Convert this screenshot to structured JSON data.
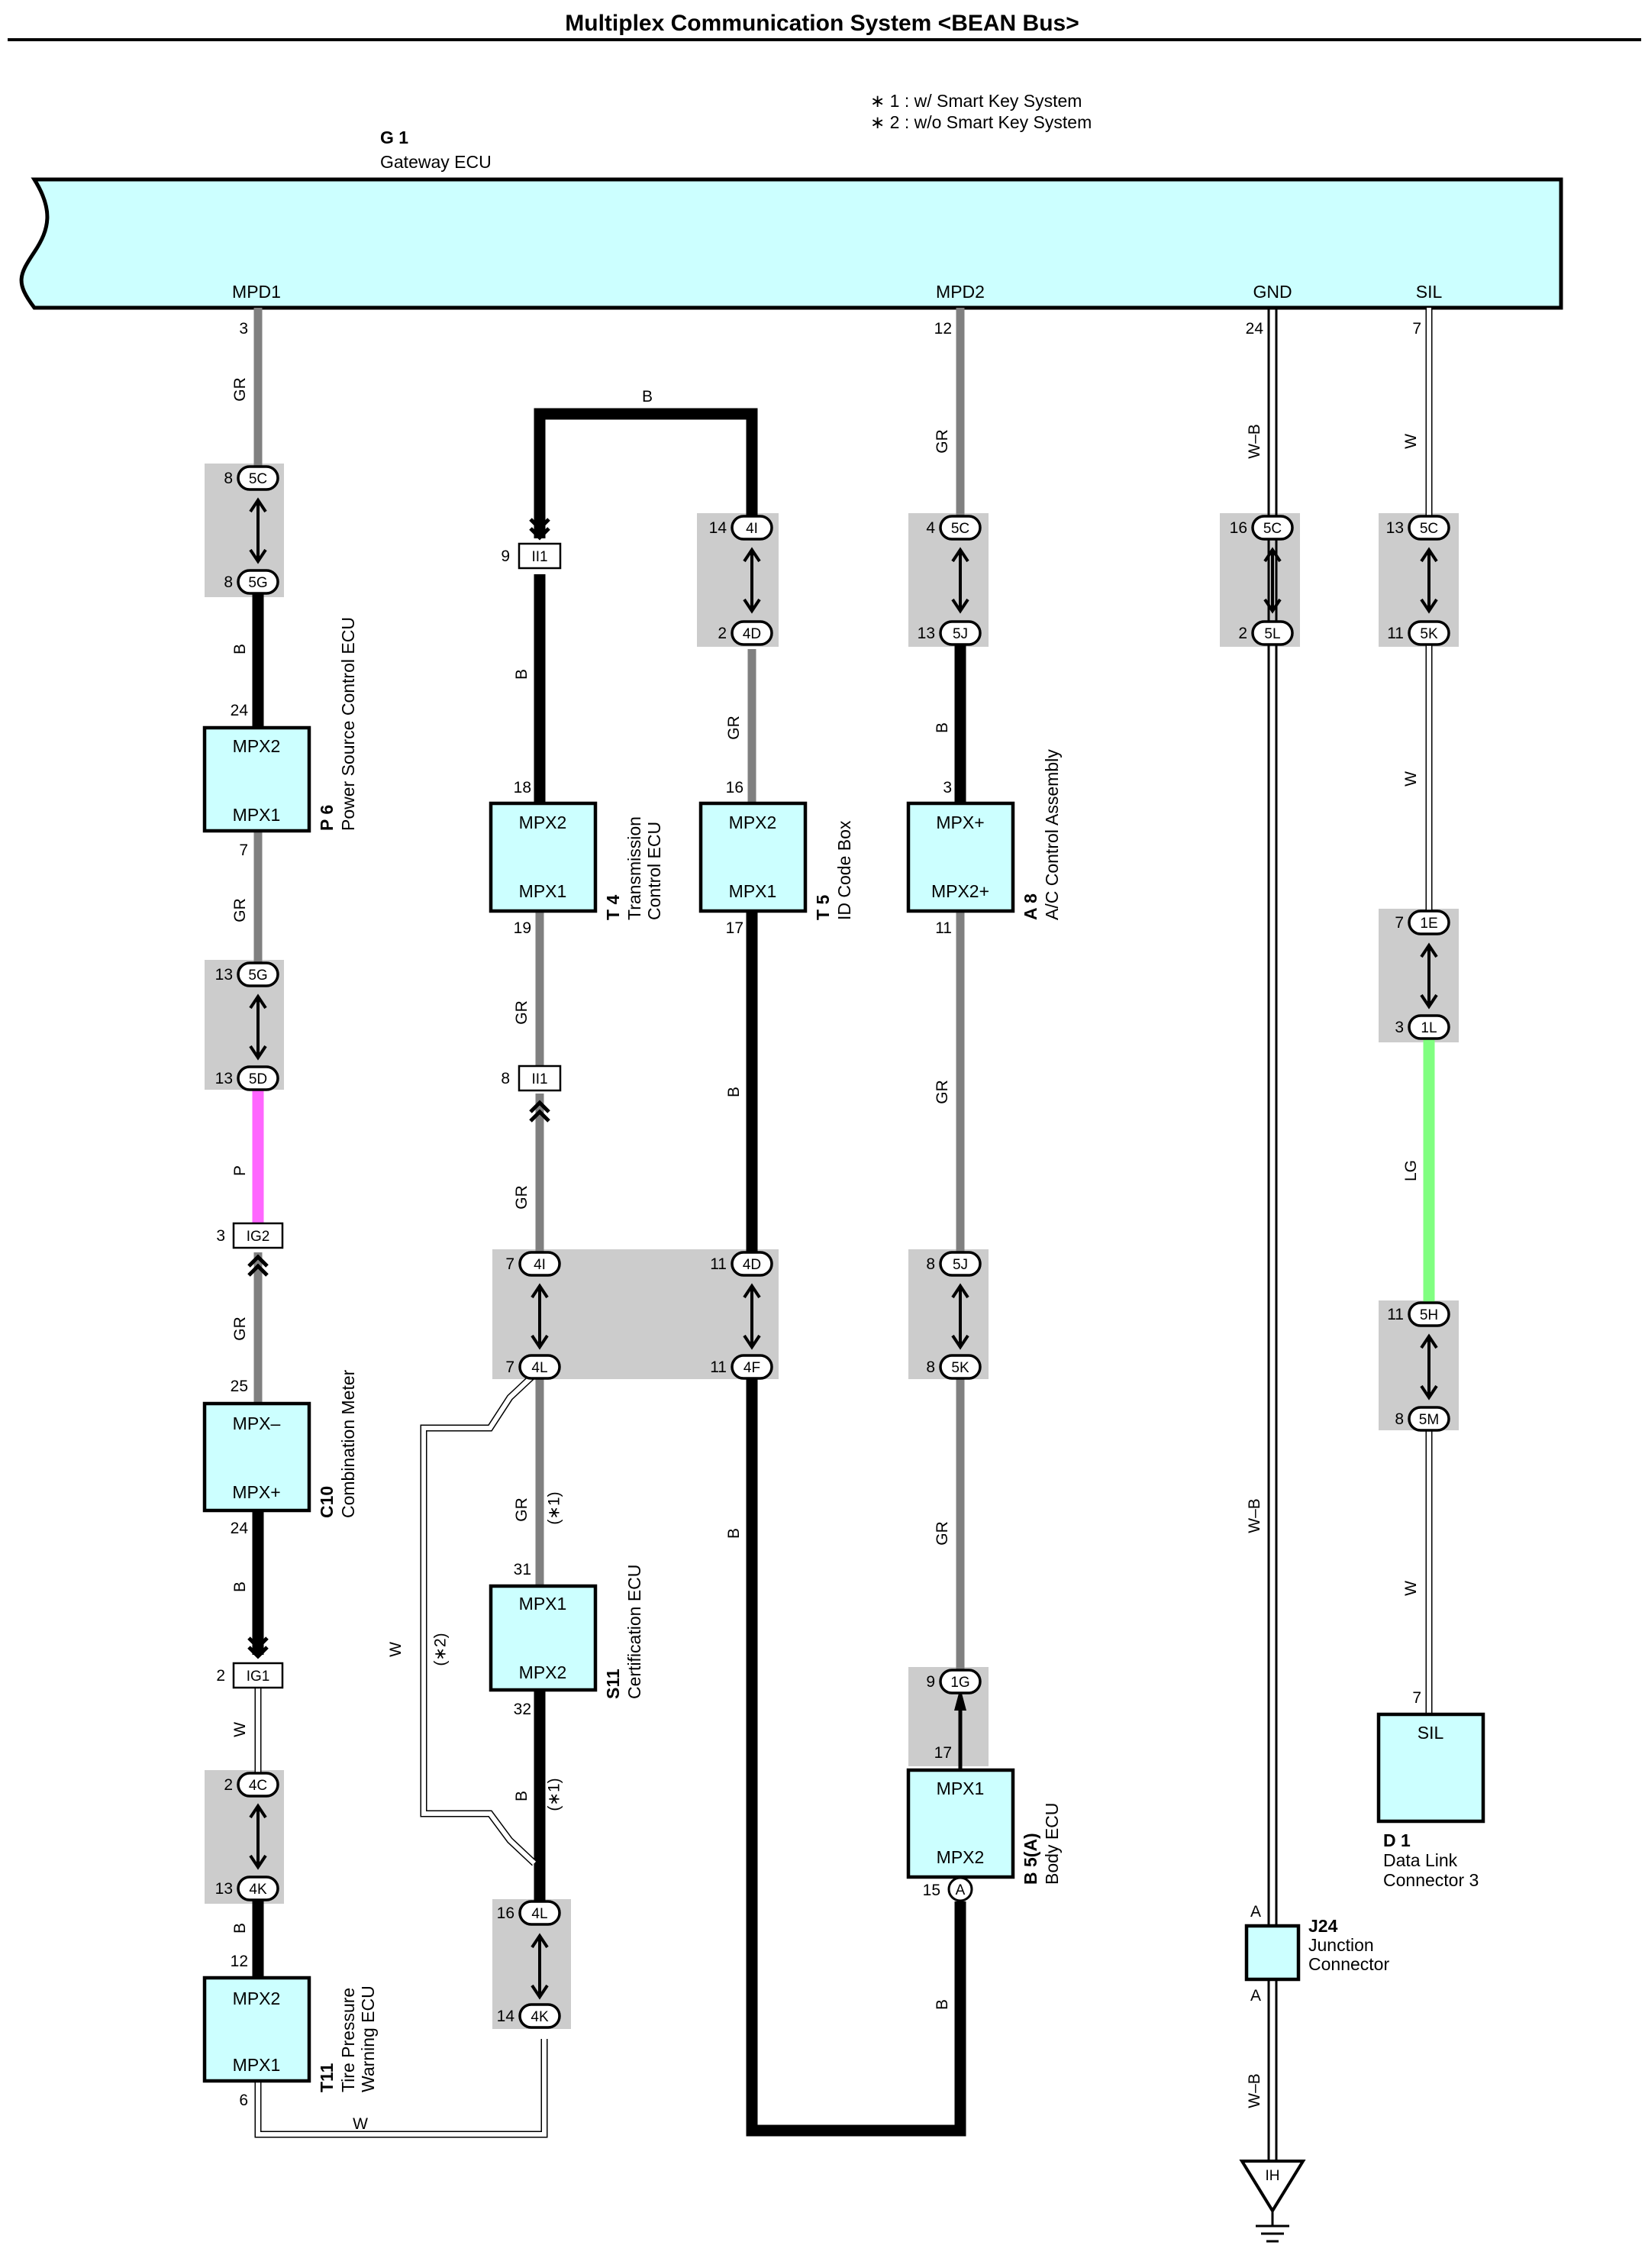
{
  "title": "Multiplex Communication System <BEAN Bus>",
  "notes": [
    "∗ 1 : w/ Smart Key System",
    "∗ 2 : w/o Smart Key System"
  ],
  "colors": {
    "B": "#000000",
    "GR": "#808080",
    "P": "#ff66ff",
    "LG": "#80ff80",
    "W": "#ffffff",
    "component_fill": "#ccffff",
    "junction_fill": "#cccccc"
  },
  "gateway": {
    "id": "G 1",
    "name": "Gateway ECU",
    "terminals": [
      "MPD1",
      "MPD2",
      "GND",
      "SIL"
    ],
    "pins": [
      "3",
      "12",
      "24",
      "7"
    ]
  },
  "components": [
    {
      "key": "p6",
      "id": "P 6",
      "name": "Power Source Control ECU",
      "terminals": [
        "MPX2",
        "MPX1"
      ],
      "pins": [
        "24",
        "7"
      ]
    },
    {
      "key": "c10",
      "id": "C10",
      "name": "Combination Meter",
      "terminals": [
        "MPX–",
        "MPX+"
      ],
      "pins": [
        "25",
        "24"
      ]
    },
    {
      "key": "t11",
      "id": "T11",
      "name": [
        "Tire Pressure",
        "Warning ECU"
      ],
      "terminals": [
        "MPX2",
        "MPX1"
      ],
      "pins": [
        "12",
        "6"
      ]
    },
    {
      "key": "t4",
      "id": "T 4",
      "name": [
        "Transmission",
        "Control ECU"
      ],
      "terminals": [
        "MPX2",
        "MPX1"
      ],
      "pins": [
        "18",
        "19"
      ]
    },
    {
      "key": "s11",
      "id": "S11",
      "name": "Certification ECU",
      "terminals": [
        "MPX1",
        "MPX2"
      ],
      "pins": [
        "31",
        "32"
      ]
    },
    {
      "key": "t5",
      "id": "T 5",
      "name": "ID Code Box",
      "terminals": [
        "MPX2",
        "MPX1"
      ],
      "pins": [
        "16",
        "17"
      ]
    },
    {
      "key": "a8",
      "id": "A 8",
      "name": "A/C Control Assembly",
      "terminals": [
        "MPX+",
        "MPX2+"
      ],
      "pins": [
        "3",
        "11"
      ]
    },
    {
      "key": "b5",
      "id": "B 5(A)",
      "name": "Body ECU",
      "terminals": [
        "MPX1",
        "MPX2"
      ],
      "pins": [
        "17",
        "15"
      ],
      "pin_conn": "A"
    },
    {
      "key": "d1",
      "id": "D 1",
      "name": [
        "Data Link",
        "Connector 3"
      ],
      "terminals": [
        "SIL"
      ],
      "pins": [
        "7"
      ]
    },
    {
      "key": "j24",
      "id": "J24",
      "name": [
        "Junction",
        "Connector"
      ],
      "pins": [
        "A",
        "A"
      ]
    }
  ],
  "junctions": [
    {
      "key": "j1",
      "top": {
        "conn": "5C",
        "pin": "8"
      },
      "bot": {
        "conn": "5G",
        "pin": "8"
      }
    },
    {
      "key": "j2",
      "top": {
        "conn": "5G",
        "pin": "13"
      },
      "bot": {
        "conn": "5D",
        "pin": "13"
      }
    },
    {
      "key": "j3",
      "top": {
        "conn": "4C",
        "pin": "2"
      },
      "bot": {
        "conn": "4K",
        "pin": "13"
      }
    },
    {
      "key": "j4",
      "top": {
        "conn": "4I",
        "pin": "14"
      },
      "bot": {
        "conn": "4D",
        "pin": "2"
      }
    },
    {
      "key": "j5a",
      "top": {
        "conn": "4I",
        "pin": "7"
      },
      "bot": {
        "conn": "4L",
        "pin": "7"
      }
    },
    {
      "key": "j5b",
      "top": {
        "conn": "4D",
        "pin": "11"
      },
      "bot": {
        "conn": "4F",
        "pin": "11"
      }
    },
    {
      "key": "j6",
      "top": {
        "conn": "4L",
        "pin": "16"
      },
      "bot": {
        "conn": "4K",
        "pin": "14"
      }
    },
    {
      "key": "j7",
      "top": {
        "conn": "5C",
        "pin": "4"
      },
      "bot": {
        "conn": "5J",
        "pin": "13"
      }
    },
    {
      "key": "j8",
      "top": {
        "conn": "5J",
        "pin": "8"
      },
      "bot": {
        "conn": "5K",
        "pin": "8"
      }
    },
    {
      "key": "j9",
      "top": {
        "conn": "5C",
        "pin": "16"
      },
      "bot": {
        "conn": "5L",
        "pin": "2"
      }
    },
    {
      "key": "j10",
      "top": {
        "conn": "5C",
        "pin": "13"
      },
      "bot": {
        "conn": "5K",
        "pin": "11"
      }
    },
    {
      "key": "j11",
      "top": {
        "conn": "1E",
        "pin": "7"
      },
      "bot": {
        "conn": "1L",
        "pin": "3"
      }
    },
    {
      "key": "j12",
      "top": {
        "conn": "5H",
        "pin": "11"
      },
      "bot": {
        "conn": "5M",
        "pin": "8"
      }
    }
  ],
  "single_connectors": [
    {
      "key": "ii1a",
      "conn": "II1",
      "pin": "9"
    },
    {
      "key": "ii1b",
      "conn": "II1",
      "pin": "8"
    },
    {
      "key": "ig2",
      "conn": "IG2",
      "pin": "3"
    },
    {
      "key": "ig1",
      "conn": "IG1",
      "pin": "2"
    },
    {
      "key": "g1c",
      "conn": "1G",
      "pin": "9"
    }
  ],
  "ground": {
    "label": "IH"
  },
  "wires": [
    {
      "key": "gr1",
      "label": "GR"
    },
    {
      "key": "b1",
      "label": "B"
    },
    {
      "key": "gr2",
      "label": "GR"
    },
    {
      "key": "p1",
      "label": "P"
    },
    {
      "key": "gr3",
      "label": "GR"
    },
    {
      "key": "b2",
      "label": "B"
    },
    {
      "key": "w1",
      "label": "W"
    },
    {
      "key": "b3",
      "label": "B"
    },
    {
      "key": "w2",
      "label": "W"
    },
    {
      "key": "btop",
      "label": "B"
    },
    {
      "key": "b4",
      "label": "B"
    },
    {
      "key": "gr4",
      "label": "GR"
    },
    {
      "key": "gr5",
      "label": "GR"
    },
    {
      "key": "gr6",
      "label": "GR"
    },
    {
      "key": "b5",
      "label": "B"
    },
    {
      "key": "w3",
      "label": "W"
    },
    {
      "key": "gr7",
      "label": "GR"
    },
    {
      "key": "b6",
      "label": "B"
    },
    {
      "key": "b7",
      "label": "B"
    },
    {
      "key": "gr8",
      "label": "GR"
    },
    {
      "key": "b8",
      "label": "B"
    },
    {
      "key": "gr9",
      "label": "GR"
    },
    {
      "key": "gr10",
      "label": "GR"
    },
    {
      "key": "b9",
      "label": "B"
    },
    {
      "key": "wb1",
      "label": "W–B"
    },
    {
      "key": "wb2",
      "label": "W–B"
    },
    {
      "key": "wb3",
      "label": "W–B"
    },
    {
      "key": "w4",
      "label": "W"
    },
    {
      "key": "w5",
      "label": "W"
    },
    {
      "key": "lg1",
      "label": "LG"
    },
    {
      "key": "w6",
      "label": "W"
    }
  ],
  "wire_notes": {
    "s1a": "(∗1)",
    "s1b": "(∗1)",
    "s2": "(∗2)"
  }
}
